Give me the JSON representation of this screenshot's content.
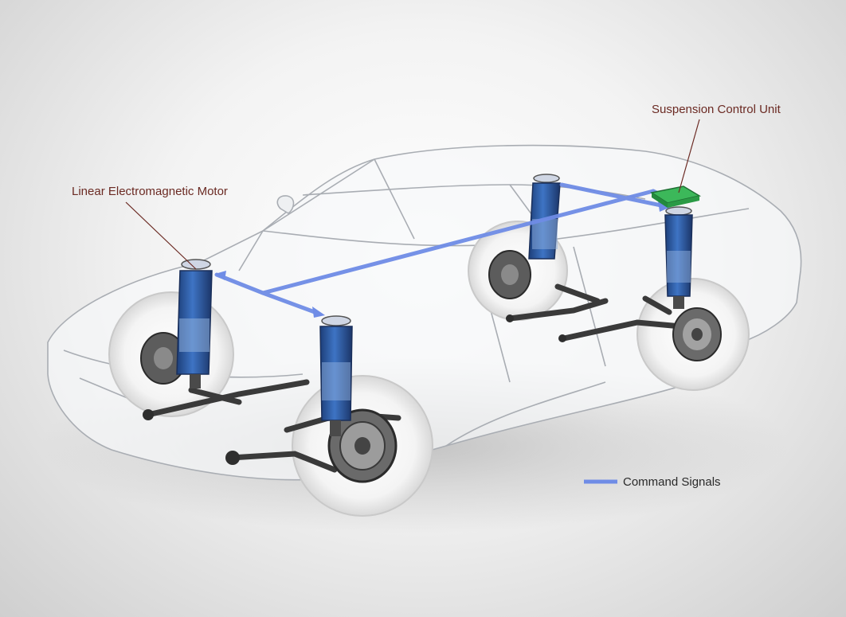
{
  "callouts": {
    "motor_label": "Linear Electromagnetic Motor",
    "control_unit_label": "Suspension Control Unit"
  },
  "legend": {
    "command_signals_label": "Command Signals",
    "signal_color": "#6f8ce6"
  },
  "colors": {
    "callout_text": "#6b2a23",
    "motor_blue": "#2f5fa8",
    "control_unit_green": "#2fa24a"
  }
}
